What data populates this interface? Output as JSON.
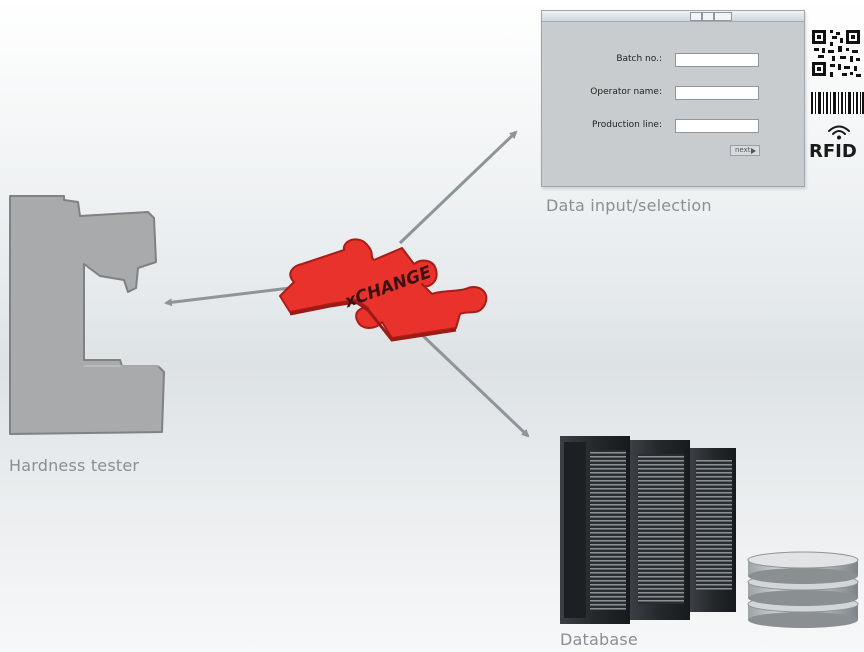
{
  "captions": {
    "data_input": "Data input/selection",
    "hardness_tester": "Hardness tester",
    "database": "Database"
  },
  "puzzle": {
    "label": "xCHANGE",
    "color": "#e8322b"
  },
  "form": {
    "fields": [
      {
        "label": "Batch no.:",
        "value": ""
      },
      {
        "label": "Operator name:",
        "value": ""
      },
      {
        "label": "Production line:",
        "value": ""
      }
    ],
    "next_label": "next"
  },
  "identifiers": {
    "rfid_label": "RFID"
  },
  "icons": [
    "qr-code-icon",
    "barcode-icon",
    "wifi-icon",
    "server-rack-icon",
    "database-disk-icon",
    "hardness-tester-icon",
    "puzzle-piece-icon"
  ],
  "colors": {
    "arrow": "#8e9499",
    "machine": "#a9aaab",
    "puzzle": "#e8322b",
    "server": "#2b2e31"
  }
}
